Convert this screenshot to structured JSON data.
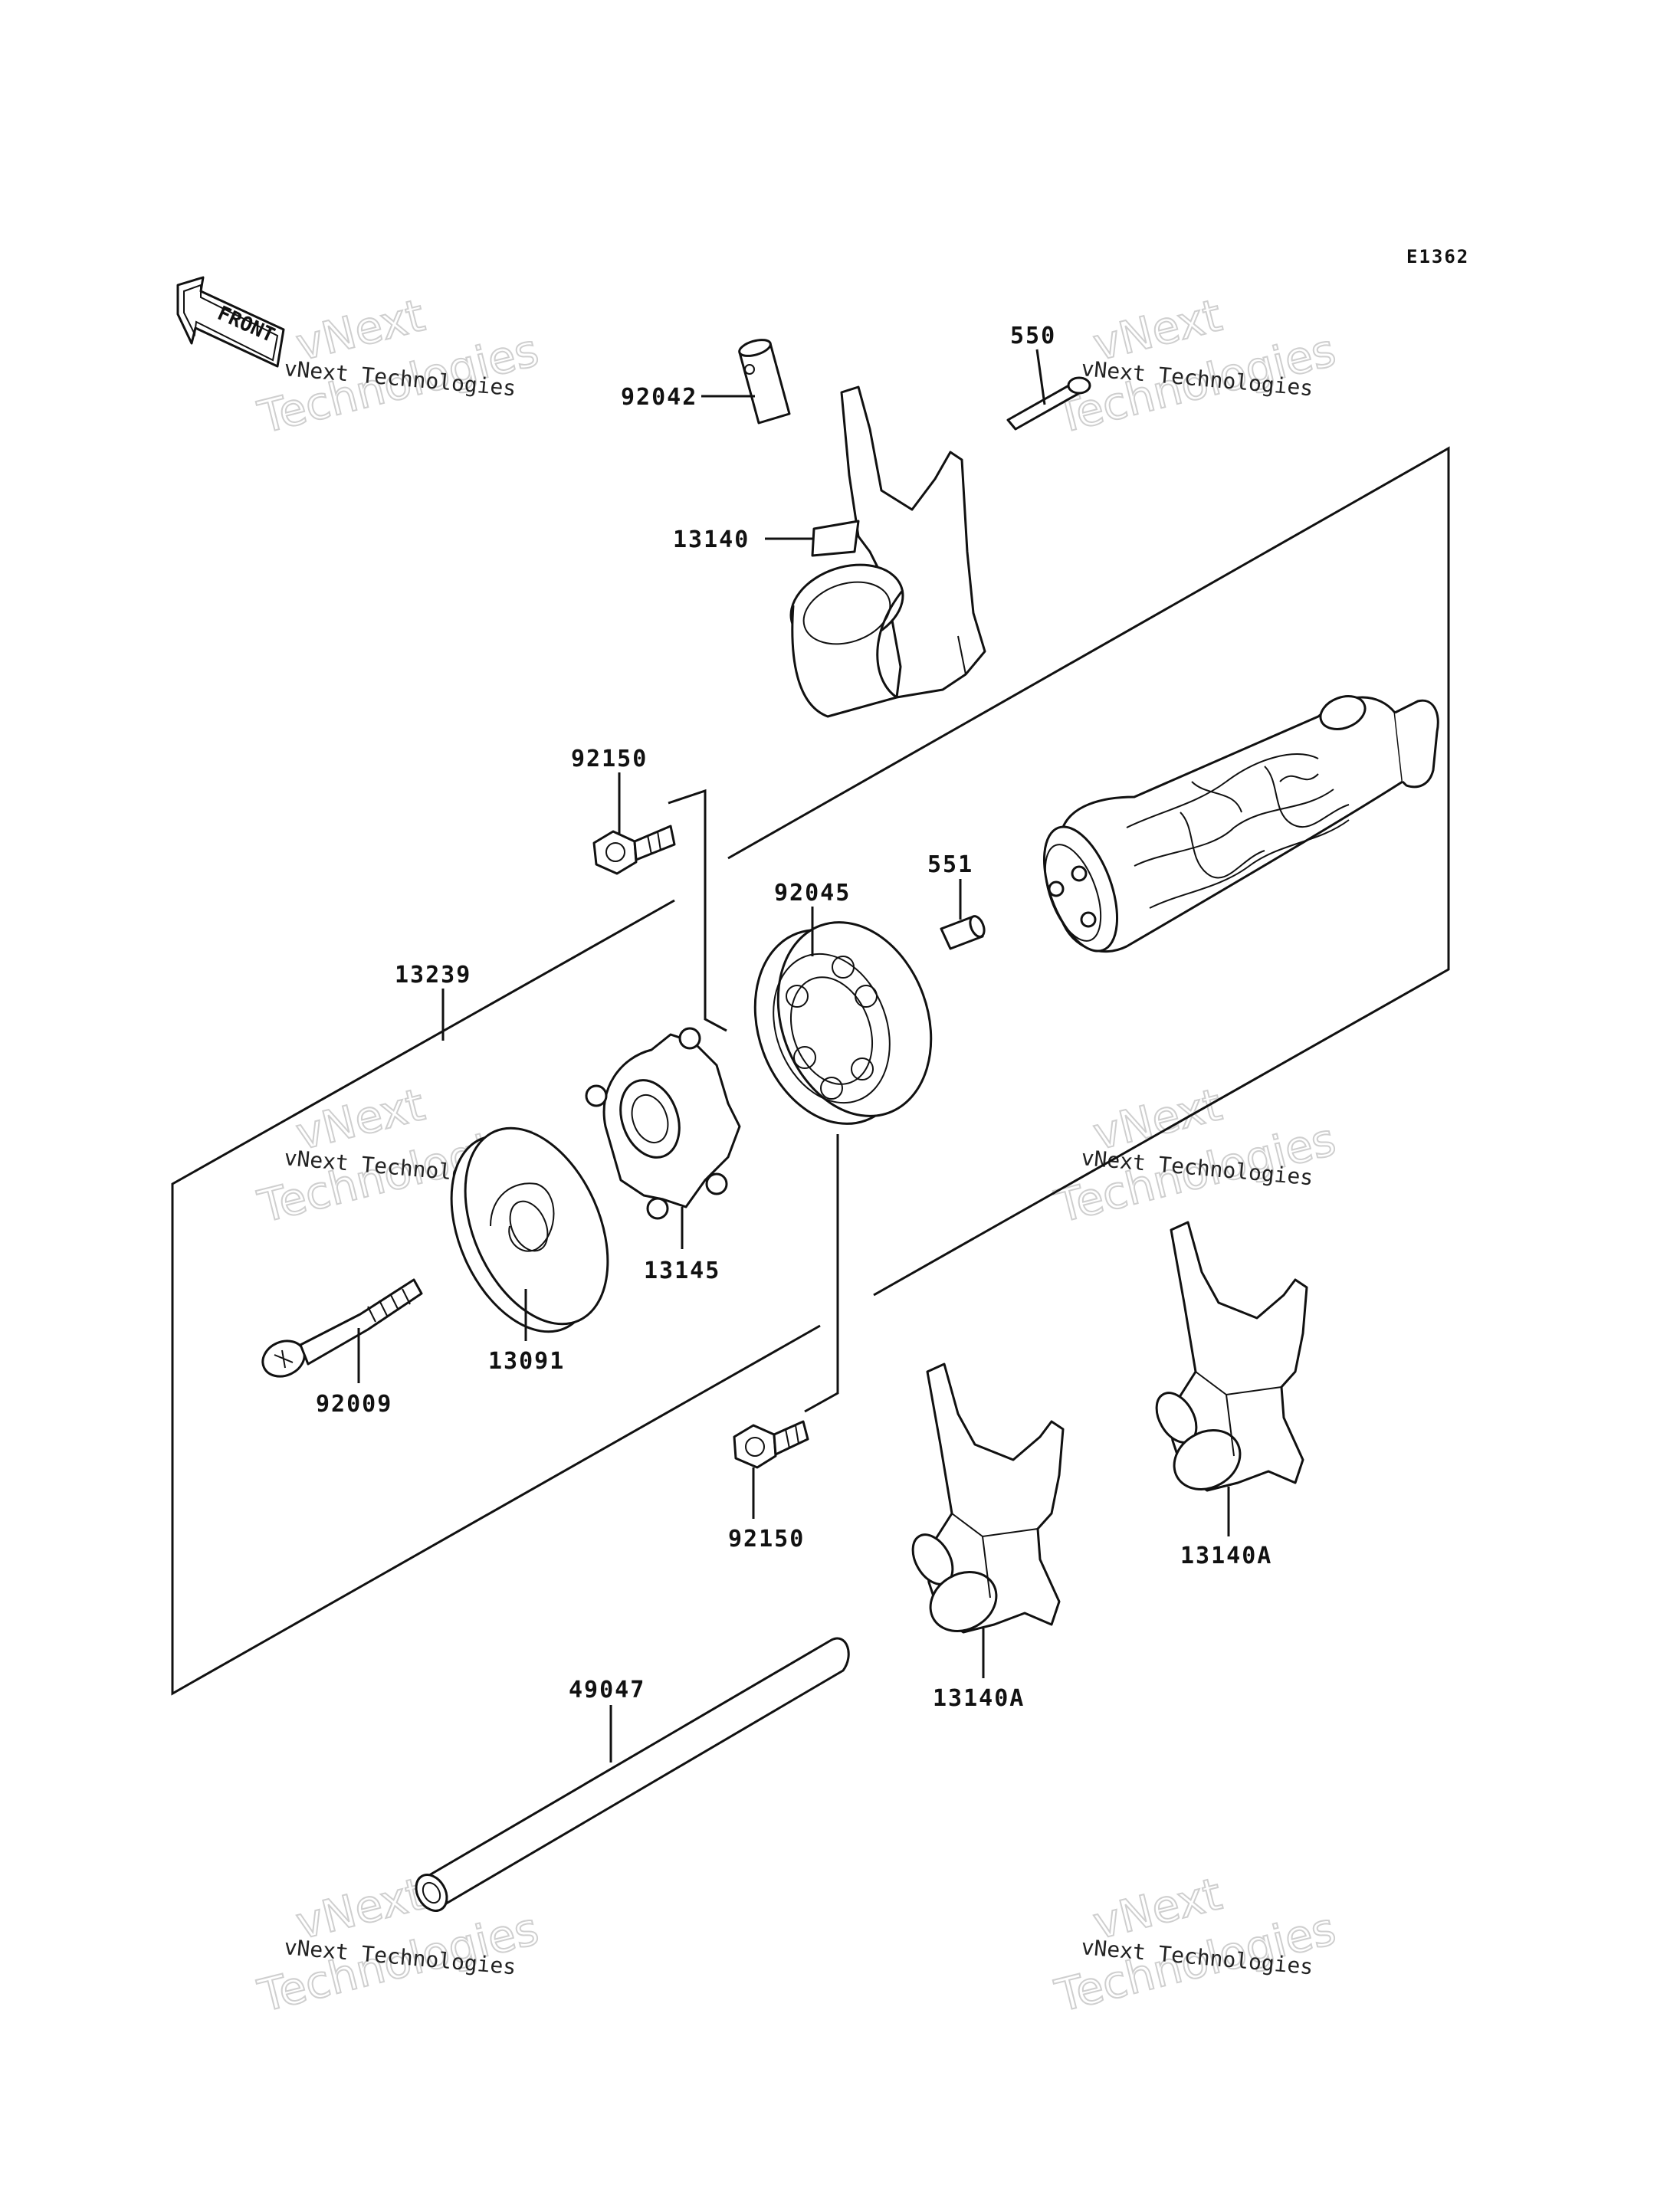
{
  "diagram_code": "E1362",
  "front_arrow_label": "FRONT",
  "watermark": {
    "line1": "vNext",
    "line2": "Technologies",
    "small": "vNext Technologies"
  },
  "parts": [
    {
      "id": "92042",
      "label": "92042"
    },
    {
      "id": "550",
      "label": "550"
    },
    {
      "id": "13140",
      "label": "13140"
    },
    {
      "id": "92150-top",
      "label": "92150"
    },
    {
      "id": "551",
      "label": "551"
    },
    {
      "id": "92045",
      "label": "92045"
    },
    {
      "id": "13239",
      "label": "13239"
    },
    {
      "id": "13145",
      "label": "13145"
    },
    {
      "id": "13091",
      "label": "13091"
    },
    {
      "id": "92009",
      "label": "92009"
    },
    {
      "id": "92150-bottom",
      "label": "92150"
    },
    {
      "id": "13140A-right",
      "label": "13140A"
    },
    {
      "id": "13140A-left",
      "label": "13140A"
    },
    {
      "id": "49047",
      "label": "49047"
    }
  ]
}
